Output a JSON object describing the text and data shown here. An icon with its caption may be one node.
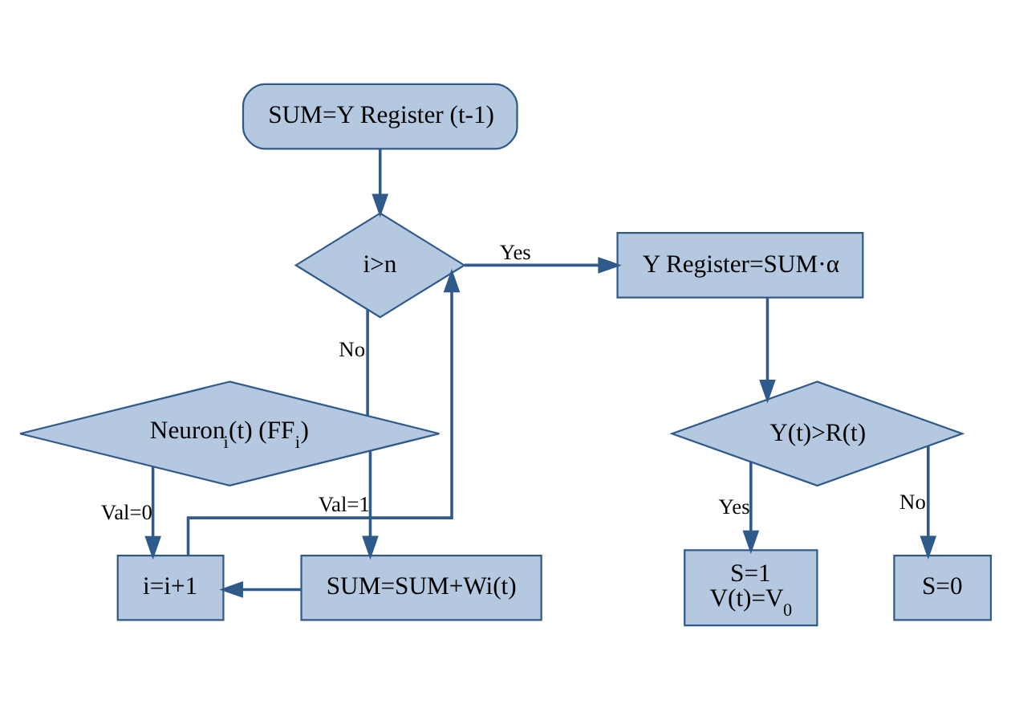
{
  "diagram": {
    "nodes": [
      {
        "text": [
          "SUM=Y Register (t-1)"
        ]
      },
      {
        "text": [
          "i>n"
        ]
      },
      {
        "text": [
          "Y Register=SUM·α"
        ]
      },
      {
        "text": [
          "Neuron$_{i}$(t) (FF$_{i}$)"
        ]
      },
      {
        "text": [
          "Y(t)>R(t)"
        ]
      },
      {
        "text": [
          "i=i+1"
        ]
      },
      {
        "text": [
          "SUM=SUM+Wi(t)"
        ]
      },
      {
        "text": [
          "S=1 V(t)=V$_{0}$"
        ]
      },
      {
        "text": [
          "S=0"
        ]
      }
    ],
    "edges": [
      {
        "from": 0,
        "to": 1,
        "arrow": "to"
      },
      {
        "from": 1,
        "to": 2,
        "arrow": "to",
        "label": "Yes"
      },
      {
        "from": 1,
        "to": 3,
        "arrow": "none",
        "label": "No"
      },
      {
        "from": 3,
        "to": 5,
        "arrow": "to",
        "label": "Val=0"
      },
      {
        "from": 3,
        "to": 6,
        "arrow": "to",
        "label": "Val=1"
      },
      {
        "from": 6,
        "to": 5,
        "arrow": "to"
      },
      {
        "from": 5,
        "to": 1,
        "arrow": "to"
      },
      {
        "from": 2,
        "to": 4,
        "arrow": "to"
      },
      {
        "from": 4,
        "to": 7,
        "arrow": "to",
        "label": "Yes"
      },
      {
        "from": 4,
        "to": 8,
        "arrow": "to",
        "label": "No"
      }
    ]
  }
}
